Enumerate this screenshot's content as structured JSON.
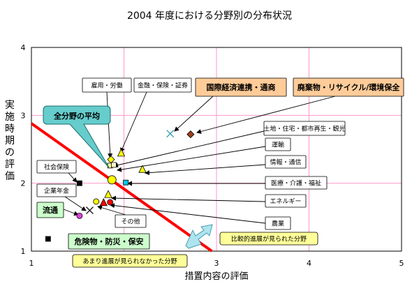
{
  "chart_data": {
    "type": "scatter",
    "title": "2004 年度における分野別の分布状況",
    "xlabel": "措置内容の評価",
    "ylabel": "実施時期の評価",
    "xlim": [
      1,
      5
    ],
    "ylim": [
      1,
      4
    ],
    "x_ticks": [
      "1",
      "2",
      "3",
      "4",
      "5"
    ],
    "y_ticks": [
      "1",
      "2",
      "3",
      "4"
    ],
    "grid": true,
    "points": [
      {
        "label": "雇用・労働",
        "x": 1.86,
        "y": 2.35,
        "marker": "diamond",
        "color": "#ffff00"
      },
      {
        "label": "金融・保険・証券",
        "x": 1.97,
        "y": 2.44,
        "marker": "triangle",
        "color": "#ffff00"
      },
      {
        "label": "国際経済連携・通商",
        "x": 2.5,
        "y": 2.73,
        "marker": "x",
        "color": "#2090a0"
      },
      {
        "label": "廃棄物・リサイクル/環境保全",
        "x": 2.72,
        "y": 2.72,
        "marker": "diamond",
        "color": "#a0401c"
      },
      {
        "label": "全分野の平均",
        "x": 1.87,
        "y": 2.05,
        "marker": "circle",
        "color": "#ffff00"
      },
      {
        "label": "土地・住宅・都市再生・観光",
        "x": 1.85,
        "y": 2.26,
        "marker": "square",
        "color": "#ffff99"
      },
      {
        "label": "運輸",
        "x": 1.89,
        "y": 2.27,
        "marker": "square",
        "color": "#ffffcc"
      },
      {
        "label": "情報・通信",
        "x": 2.2,
        "y": 2.2,
        "marker": "triangle",
        "color": "#ffff00"
      },
      {
        "label": "医療・介護・福祉",
        "x": 2.02,
        "y": 2.01,
        "marker": "square",
        "color": "#00c8e8"
      },
      {
        "label": "エネルギー",
        "x": 1.83,
        "y": 1.83,
        "marker": "triangle",
        "color": "#ffff00"
      },
      {
        "label": "農業",
        "x": 1.78,
        "y": 1.71,
        "marker": "triangle",
        "color": "#ff0000"
      },
      {
        "label": "社会保険",
        "x": 1.52,
        "y": 2.0,
        "marker": "square",
        "color": "#000000"
      },
      {
        "label": "企業年金",
        "x": 1.63,
        "y": 1.6,
        "marker": "x",
        "color": "#000000"
      },
      {
        "label": "流通",
        "x": 1.52,
        "y": 1.52,
        "marker": "circle",
        "color": "#e040e0"
      },
      {
        "label": "その他",
        "x": 1.7,
        "y": 1.73,
        "marker": "circle",
        "color": "#ffff00"
      },
      {
        "label": "危険物・防災・保安",
        "x": 1.18,
        "y": 1.18,
        "marker": "square",
        "color": "#000000"
      },
      {
        "label": "",
        "x": 1.85,
        "y": 1.72,
        "marker": "circle",
        "color": "#ff0000"
      }
    ],
    "trend_line": {
      "x": [
        1,
        2.95
      ],
      "y": [
        2.88,
        1.0
      ],
      "color": "#ff0000"
    },
    "annotations": [
      {
        "text": "雇用・労働",
        "style": "plain",
        "target": "雇用・労働"
      },
      {
        "text": "金融・保険・証券",
        "style": "plain",
        "target": "金融・保険・証券"
      },
      {
        "text": "国際経済連携・通商",
        "style": "orange",
        "target": "国際経済連携・通商"
      },
      {
        "text": "廃棄物・リサイクル/環境保全",
        "style": "orange",
        "target": "廃棄物・リサイクル/環境保全"
      },
      {
        "text": "全分野の平均",
        "style": "callout-cyan",
        "target": "全分野の平均"
      },
      {
        "text": "土地・住宅・都市再生・観光",
        "style": "plain",
        "target": "土地・住宅・都市再生・観光"
      },
      {
        "text": "運輸",
        "style": "plain",
        "target": "運輸"
      },
      {
        "text": "情報・通信",
        "style": "plain",
        "target": "情報・通信"
      },
      {
        "text": "医療・介護・福祉",
        "style": "plain",
        "target": "医療・介護・福祉"
      },
      {
        "text": "エネルギー",
        "style": "plain",
        "target": "エネルギー"
      },
      {
        "text": "農業",
        "style": "plain",
        "target": "農業"
      },
      {
        "text": "社会保険",
        "style": "plain",
        "target": "社会保険"
      },
      {
        "text": "企業年金",
        "style": "plain",
        "target": "企業年金"
      },
      {
        "text": "流通",
        "style": "green",
        "target": "流通"
      },
      {
        "text": "その他",
        "style": "plain",
        "target": "その他"
      },
      {
        "text": "危険物・防災・保安",
        "style": "green",
        "target": "危険物・防災・保安"
      },
      {
        "text": "比較的進展が見られた分野",
        "style": "yellow",
        "target": null
      },
      {
        "text": "あまり進展が見られなかった分野",
        "style": "yellow",
        "target": null
      }
    ],
    "colors": {
      "plot_border": "#000000",
      "grid": "#ff99cc",
      "label_box_border": "#000000",
      "orange_box": "#ffcc99",
      "green_box": "#ccffcc",
      "yellow_box": "#ffff99",
      "cyan_callout": "#66cccc",
      "arrow_fill": "#aee4ee"
    }
  }
}
